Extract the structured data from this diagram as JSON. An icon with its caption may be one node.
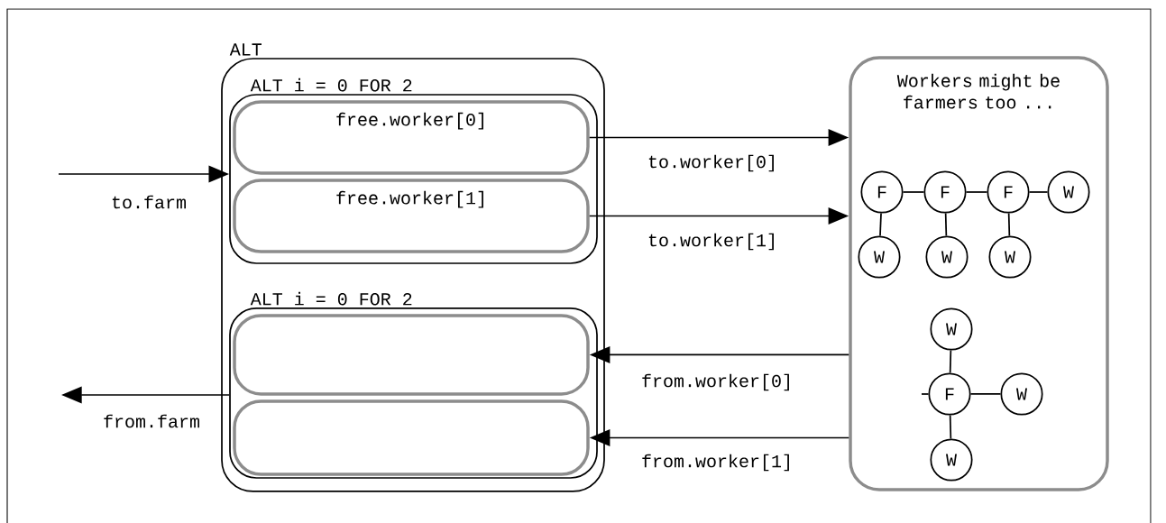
{
  "diagram": {
    "nodes": [
      {
        "text": [
          "ALT"
        ]
      },
      {
        "text": [
          "ALT i = 0 FOR 2"
        ],
        "in": 0
      },
      {
        "text": [
          "free.worker[0]"
        ],
        "in": 1
      },
      {
        "text": [
          "free.worker[1]"
        ],
        "in": 1
      },
      {
        "text": [
          "ALT i = 0 FOR 2"
        ],
        "in": 0
      },
      {
        "text": [],
        "shape": "box",
        "in": 4
      },
      {
        "text": [],
        "shape": "box",
        "in": 4
      },
      {
        "text": [
          "Workers might be farmers too ..."
        ]
      },
      {
        "text": [
          "F"
        ],
        "in": 7
      },
      {
        "text": [
          "F"
        ],
        "in": 7
      },
      {
        "text": [
          "F"
        ],
        "in": 7
      },
      {
        "text": [
          "W"
        ],
        "in": 7
      },
      {
        "text": [
          "W"
        ],
        "in": 7
      },
      {
        "text": [
          "W"
        ],
        "in": 7
      },
      {
        "text": [
          "W"
        ],
        "in": 7
      },
      {
        "text": [
          "W"
        ],
        "in": 7
      },
      {
        "text": [
          "F"
        ],
        "in": 7
      },
      {
        "text": [
          "W"
        ],
        "in": 7
      },
      {
        "text": [
          "W"
        ],
        "in": 7
      }
    ],
    "edges": [
      {
        "from": null,
        "to": 1,
        "arrow": "to",
        "label": "to.farm"
      },
      {
        "from": 2,
        "to": 7,
        "arrow": "to",
        "label": "to.worker[0]"
      },
      {
        "from": 3,
        "to": 7,
        "arrow": "to",
        "label": "to.worker[1]"
      },
      {
        "from": 7,
        "to": 5,
        "arrow": "to",
        "label": "from.worker[0]"
      },
      {
        "from": 7,
        "to": 6,
        "arrow": "to",
        "label": "from.worker[1]"
      },
      {
        "from": 4,
        "to": null,
        "arrow": "to",
        "label": "from.farm"
      },
      {
        "from": 8,
        "to": 9,
        "arrow": "none"
      },
      {
        "from": 9,
        "to": 10,
        "arrow": "none"
      },
      {
        "from": 10,
        "to": 11,
        "arrow": "none"
      },
      {
        "from": 8,
        "to": 12,
        "arrow": "none"
      },
      {
        "from": 9,
        "to": 13,
        "arrow": "none"
      },
      {
        "from": 10,
        "to": 14,
        "arrow": "none"
      },
      {
        "from": 15,
        "to": 16,
        "arrow": "none"
      },
      {
        "from": 16,
        "to": 17,
        "arrow": "none"
      },
      {
        "from": 16,
        "to": 18,
        "arrow": "none"
      },
      {
        "from": null,
        "to": 16,
        "arrow": "none"
      }
    ]
  }
}
